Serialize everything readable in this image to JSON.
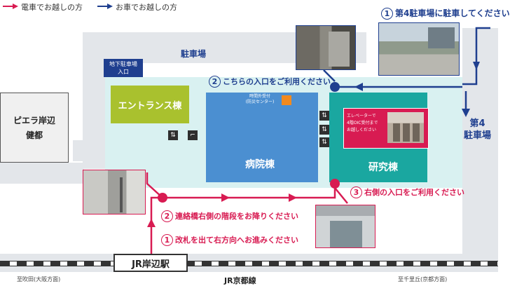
{
  "legend": {
    "train_label": "電車でお越しの方",
    "car_label": "お車でお越しの方"
  },
  "buildings": {
    "entrance": "エントランス棟",
    "hospital": "病院棟",
    "research": "研究棟",
    "piera_line1": "ピエラ岸辺",
    "piera_line2": "健都",
    "underground_parking_line1": "地下駐車場",
    "underground_parking_line2": "入口",
    "parking": "駐車場",
    "parking4_line1": "第4",
    "parking4_line2": "駐車場",
    "after_hours_line1": "時間外受付",
    "after_hours_line2": "(防災センター)",
    "elevator_line1": "エレベーターで",
    "elevator_line2": "4階OIC受付まで",
    "elevator_line3": "お越しください"
  },
  "steps": {
    "train": [
      {
        "num": "1",
        "text": "改札を出て右方向へお進みください"
      },
      {
        "num": "2",
        "text": "連絡橋右側の階段をお降りください"
      },
      {
        "num": "3",
        "text": "右側の入口をご利用ください"
      }
    ],
    "car": [
      {
        "num": "1",
        "text": "第4駐車場に駐車してください"
      },
      {
        "num": "2",
        "text": "こちらの入口をご利用ください"
      }
    ]
  },
  "station": {
    "name": "JR岸辺駅",
    "line": "JR京都線",
    "left_direction": "至吹田(大阪方面)",
    "right_direction": "至千里丘(京都方面)"
  },
  "colors": {
    "train": "#d81b52",
    "car": "#1f3f8f",
    "entrance": "#a9c12e",
    "hospital": "#4b8fd1",
    "research": "#1aa7a0",
    "frame": "#d9f1f1",
    "road": "#e3e6ea",
    "after_hours": "#f28a1e"
  },
  "icons": [
    "elevator-icon",
    "stairs-icon",
    "train-arrow-icon",
    "car-arrow-icon"
  ]
}
